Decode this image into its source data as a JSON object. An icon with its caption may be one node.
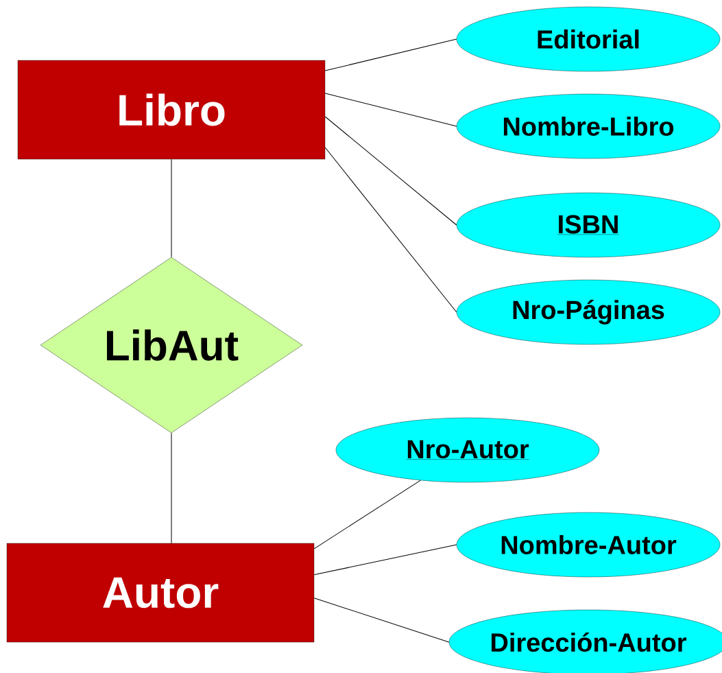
{
  "diagram": {
    "nodes": [
      {
        "text": [
          "Libro"
        ]
      },
      {
        "text": [
          "Editorial"
        ]
      },
      {
        "text": [
          "Nombre-Libro"
        ]
      },
      {
        "text": [
          "ISBN"
        ]
      },
      {
        "text": [
          "Nro-Páginas"
        ]
      },
      {
        "text": [
          "LibAut"
        ]
      },
      {
        "text": [
          "Nro-Autor"
        ]
      },
      {
        "text": [
          "Nombre-Autor"
        ]
      },
      {
        "text": [
          "Dirección-Autor"
        ]
      },
      {
        "text": [
          "Autor"
        ]
      }
    ],
    "edges": [
      {
        "from": 0,
        "to": 1,
        "arrow": "none"
      },
      {
        "from": 0,
        "to": 2,
        "arrow": "none"
      },
      {
        "from": 0,
        "to": 3,
        "arrow": "none"
      },
      {
        "from": 0,
        "to": 4,
        "arrow": "none"
      },
      {
        "from": 0,
        "to": 5,
        "arrow": "none"
      },
      {
        "from": 5,
        "to": 9,
        "arrow": "none"
      },
      {
        "from": 9,
        "to": 6,
        "arrow": "none"
      },
      {
        "from": 9,
        "to": 7,
        "arrow": "none"
      },
      {
        "from": 9,
        "to": 8,
        "arrow": "none"
      }
    ]
  }
}
